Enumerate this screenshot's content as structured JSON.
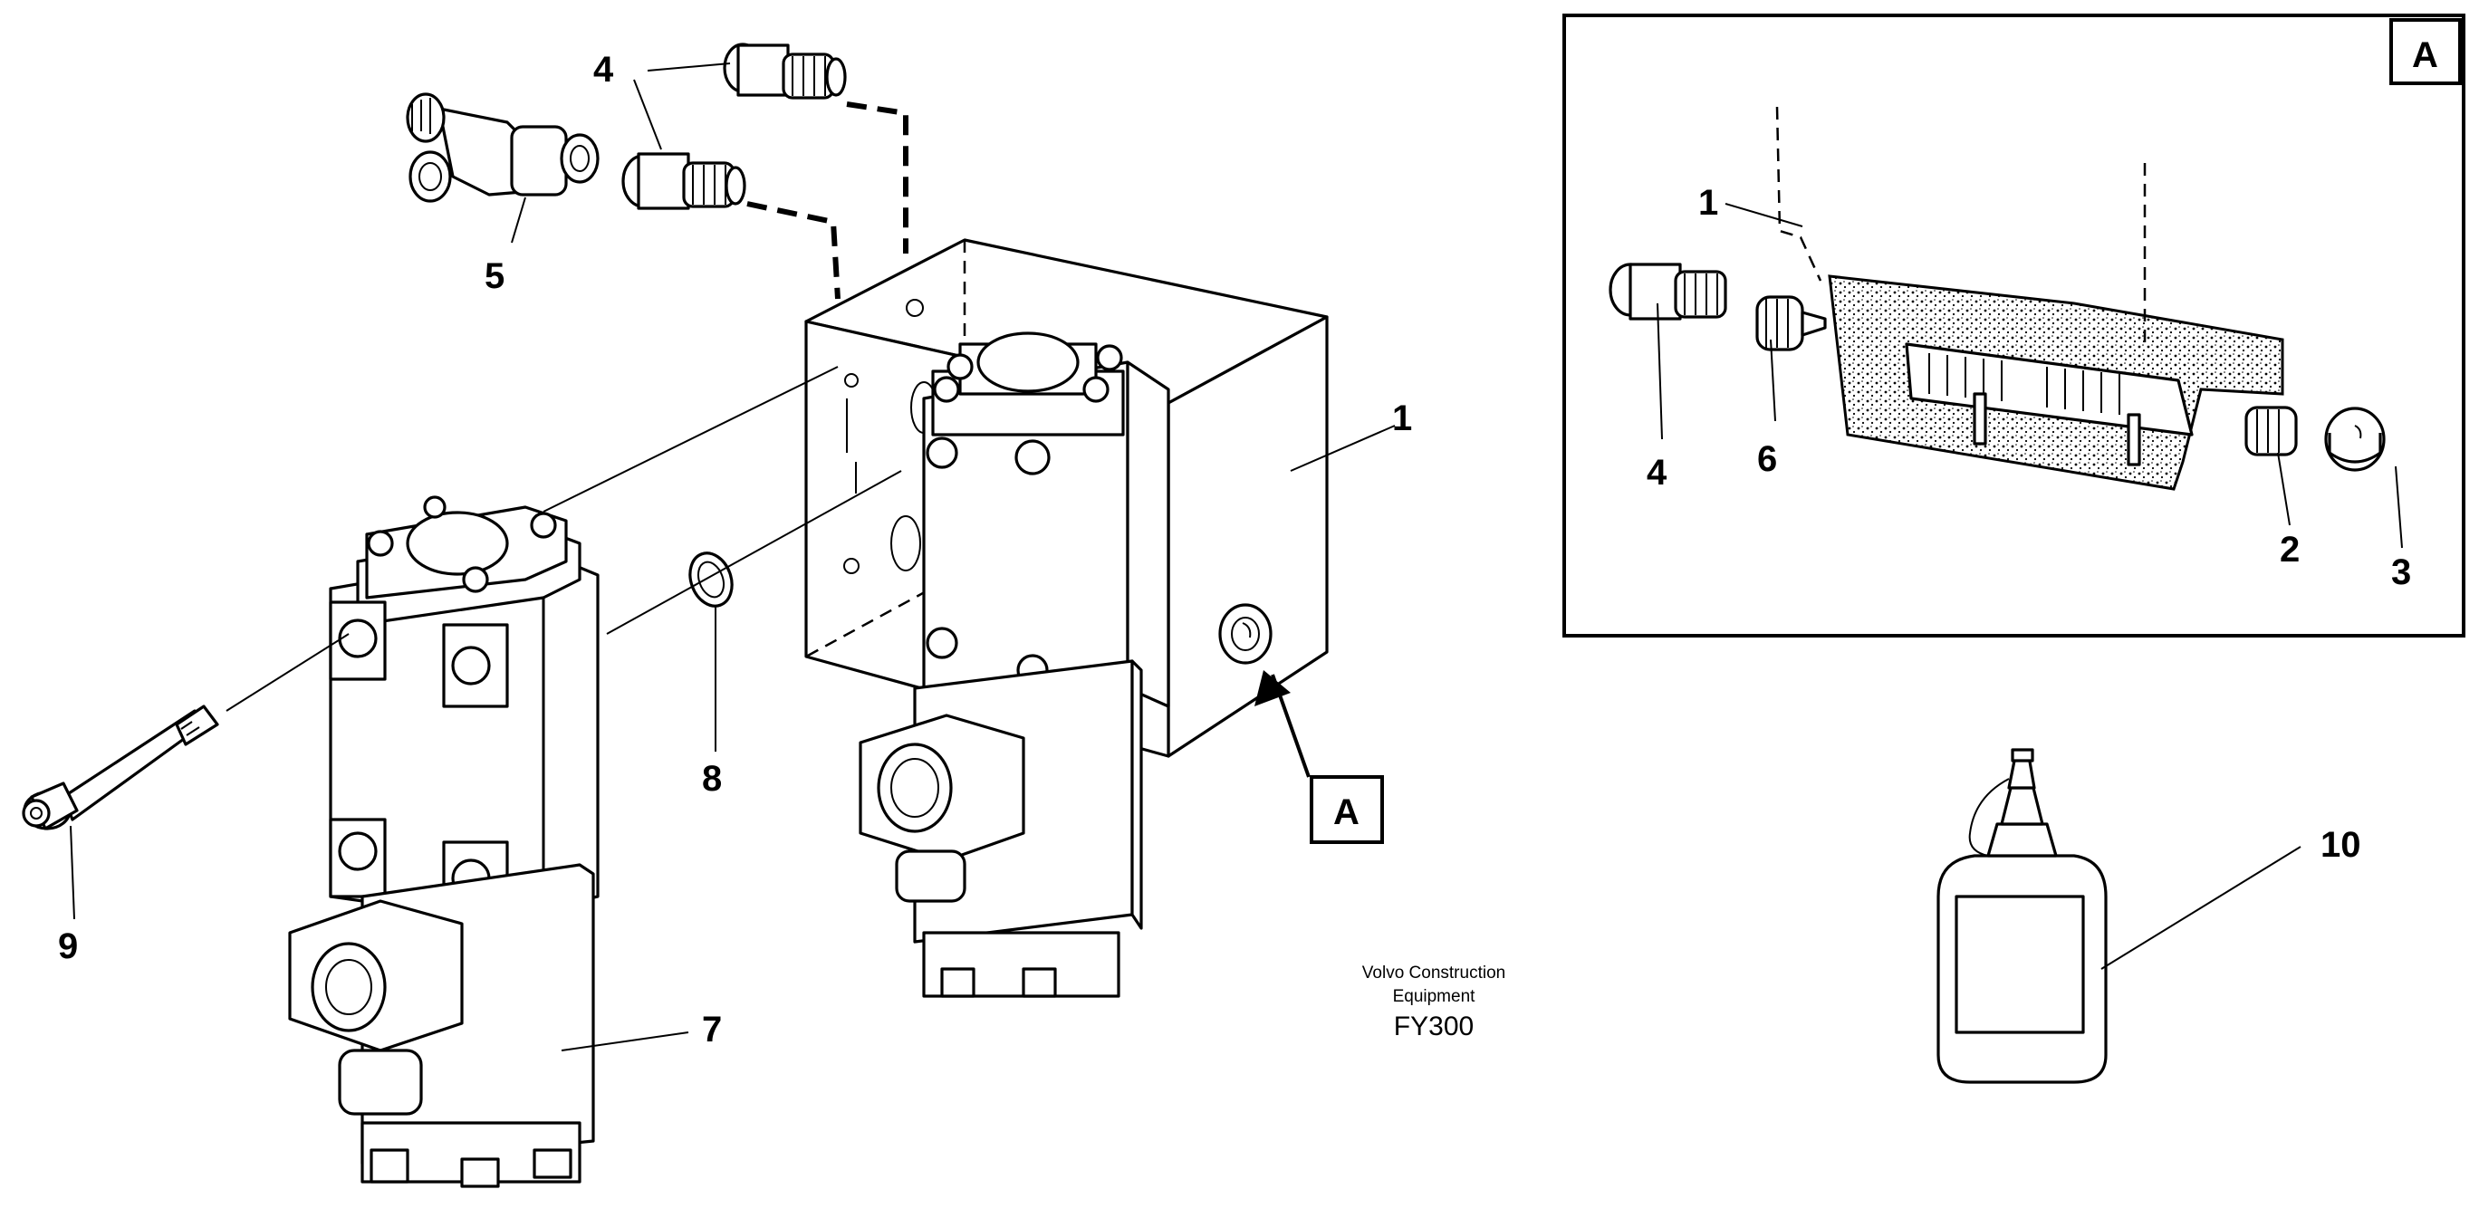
{
  "diagram": {
    "callouts": {
      "main_1": "1",
      "main_4": "4",
      "main_5": "5",
      "main_7": "7",
      "main_8": "8",
      "main_9": "9",
      "main_10": "10",
      "view_marker": "A",
      "inset_1": "1",
      "inset_2": "2",
      "inset_3": "3",
      "inset_4": "4",
      "inset_6": "6"
    },
    "inset_title": "A",
    "caption": {
      "line1": "Volvo Construction",
      "line2": "Equipment",
      "code": "FY300"
    }
  }
}
